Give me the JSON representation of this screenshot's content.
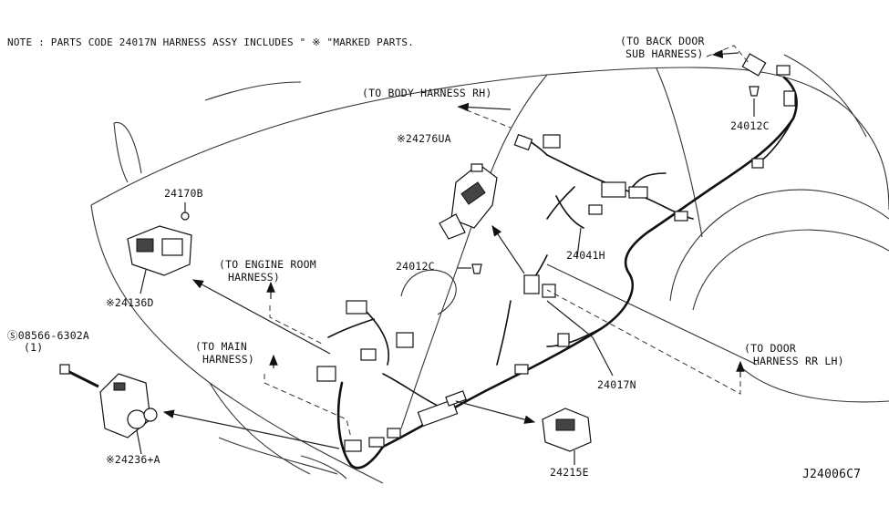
{
  "note": "NOTE : PARTS CODE 24017N HARNESS ASSY INCLUDES \" ※ \"MARKED PARTS.",
  "diagram_code": "J24006C7",
  "labels": {
    "to_back_door": [
      "(TO BACK DOOR",
      "SUB HARNESS)"
    ],
    "to_body_harness_rh": "(TO BODY HARNESS RH)",
    "to_engine_room": [
      "(TO ENGINE ROOM",
      "HARNESS)"
    ],
    "to_main": [
      "(TO MAIN",
      "HARNESS)"
    ],
    "to_door_rr_lh": [
      "(TO DOOR",
      "HARNESS RR LH)"
    ]
  },
  "parts": {
    "p24012c_top": "24012C",
    "p24276ua": "※24276UA",
    "p24170b": "24170B",
    "p24041h": "24041H",
    "p24012c_mid": "24012C",
    "p24136d": "※24136D",
    "p08566": "Ⓢ08566-6302A",
    "p08566_qty": "(1)",
    "p24017n": "24017N",
    "p24236a": "※24236+A",
    "p24215e": "24215E"
  }
}
